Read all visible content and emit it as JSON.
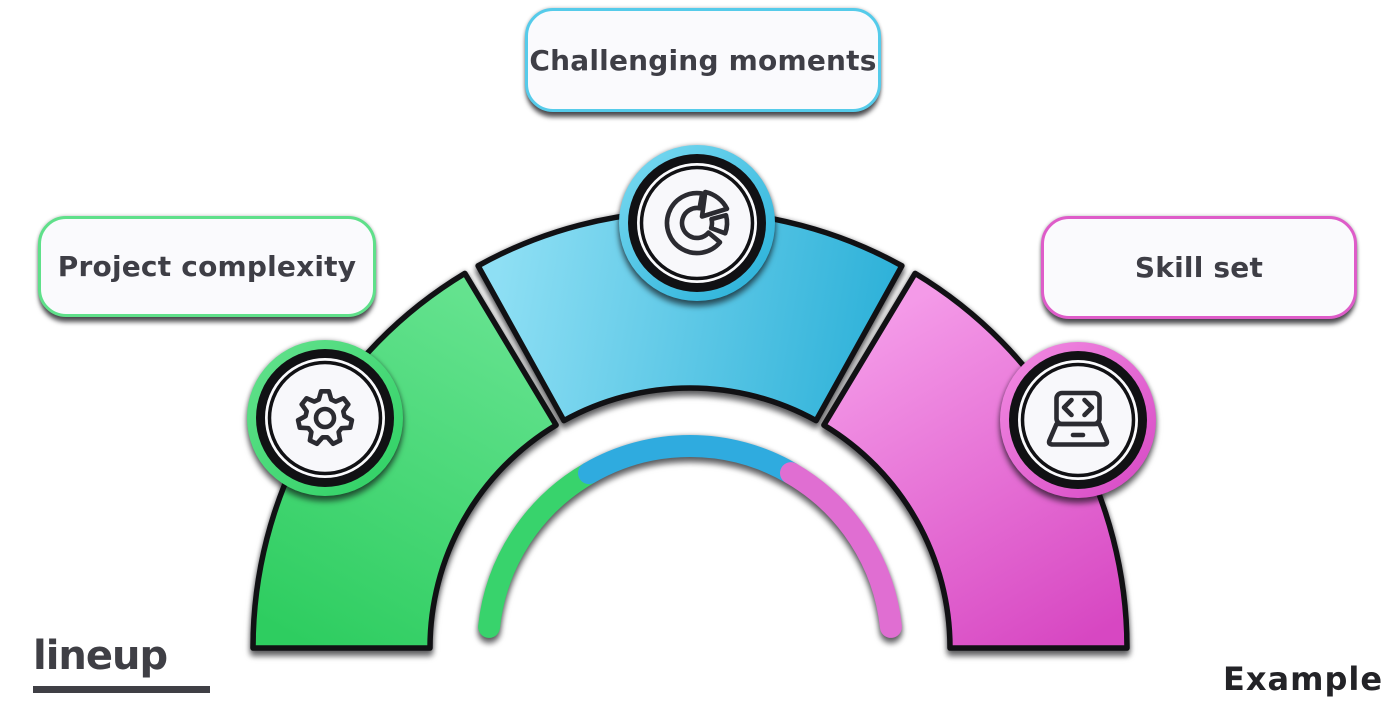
{
  "diagram": {
    "type": "semicircle-arch-infographic",
    "outline_color": "#111114",
    "segments": [
      {
        "id": "project-complexity",
        "label": "Project complexity",
        "icon": "gear-icon",
        "gradient_start": "#66e390",
        "gradient_end": "#2ecd60",
        "arc_color": "#38d36c",
        "ring_start": "#5ee089",
        "ring_end": "#33d267",
        "border_color": "#5fe08a"
      },
      {
        "id": "challenging-moments",
        "label": "Challenging moments",
        "icon": "donut-chart-icon",
        "gradient_start": "#8edff4",
        "gradient_end": "#2bb0d8",
        "arc_color": "#2fabdf",
        "ring_start": "#72d6ef",
        "ring_end": "#2fb4db",
        "border_color": "#55cbea"
      },
      {
        "id": "skill-set",
        "label": "Skill set",
        "icon": "laptop-code-icon",
        "gradient_start": "#f49ae8",
        "gradient_end": "#d747c2",
        "arc_color": "#e06ed2",
        "ring_start": "#ef84df",
        "ring_end": "#d94ec7",
        "border_color": "#de5cc9"
      }
    ],
    "watermark": {
      "text": "lineup"
    },
    "footer_note": "Example"
  }
}
